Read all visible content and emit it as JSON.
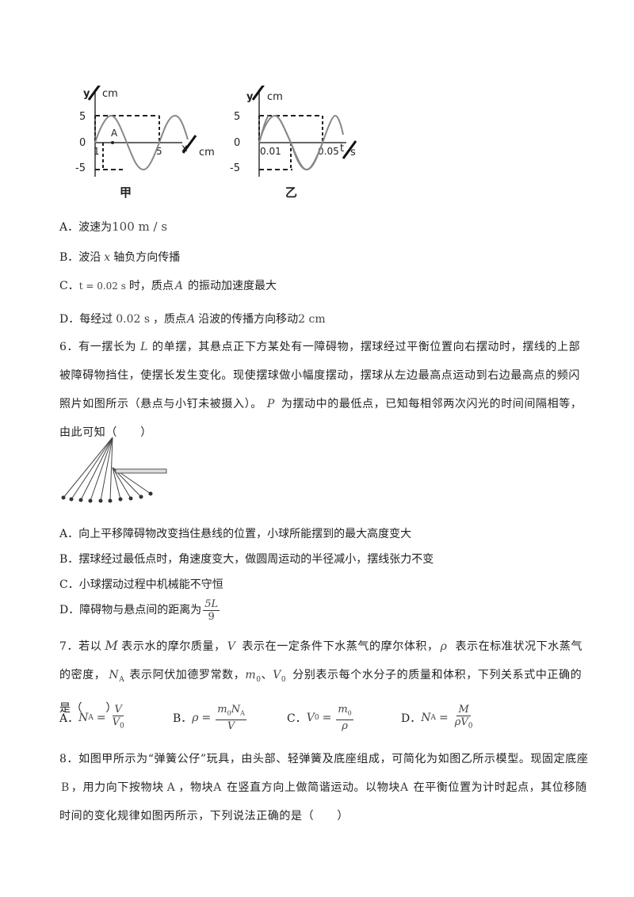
{
  "fig_jia": {
    "y_axis_label": "y/cm",
    "x_axis_label": "x/cm",
    "tick_5": "5",
    "tick_0": "0",
    "tick_neg5": "-5",
    "tick_x1": "1",
    "tick_x5": "5",
    "point_label": "A",
    "caption": "甲"
  },
  "fig_yi": {
    "y_axis_label": "y/cm",
    "x_axis_label": "t/s",
    "tick_5": "5",
    "tick_0": "0",
    "tick_neg5": "-5",
    "tick_t1": "0.01",
    "tick_t2": "0.05",
    "caption": "乙"
  },
  "q5_options": {
    "a": {
      "prefix": "A．波速为",
      "math": "100 m / s"
    },
    "b": {
      "prefix": "B．波沿",
      "math": "x",
      "suffix": "轴负方向传播"
    },
    "c": {
      "prefix": "C．",
      "math": "t = 0.02 s",
      "mid": "时，质点",
      "math2": "A",
      "suffix": "的振动加速度最大"
    },
    "d": {
      "prefix": "D．每经过",
      "math": "0.02 s",
      "mid": "，质点",
      "math2": "A",
      "suffix": "沿波的传播方向移动",
      "math3": "2 cm"
    }
  },
  "q6": {
    "text_part1": "6．有一摆长为",
    "L": "L",
    "text_part2": "的单摆，其悬点正下方某处有一障碍物，摆球经过平衡位置向右摆动时，摆线的上部被障碍物挡住，使摆长发生变化。现使摆球做小幅度摆动，摆球从左边最高点运动到右边最高点的频闪照片如图所示（悬点与小钉未被摄入）。",
    "P": "P",
    "text_part3": "为摆动中的最低点，已知每相邻两次闪光的时间间隔相等，由此可知（　　）",
    "options": [
      "A．向上平移障碍物改变挡住悬线的位置，小球所能摆到的最大高度变大",
      "B．摆球经过最低点时，角速度变大，做圆周运动的半径减小，摆线张力不变",
      "C．小球摆动过程中机械能不守恒"
    ],
    "option_d_prefix": "D．障碍物与悬点间的距离为",
    "option_d_num": "5L",
    "option_d_den": "9"
  },
  "q7": {
    "t1": "7．若以",
    "M": "M",
    "t2": "表示水的摩尔质量，",
    "V": "V",
    "t3": "表示在一定条件下水蒸气的摩尔体积，",
    "rho": "ρ",
    "t4": "表示在标准状况下水蒸气的密度，",
    "NA": "N",
    "NA_sub": "A",
    "t5": "表示阿伏加德罗常数，",
    "m0": "m",
    "m0_sub": "0",
    "sep": "、",
    "V0": "V",
    "V0_sub": "0",
    "t6": "分别表示每个水分子的质量和体积，下列关系式中正确的是（　　）",
    "optA_label": "A．",
    "optA_lhs": "N",
    "optA_lhs_sub": "A",
    "optA_num": "V",
    "optA_den": "V",
    "optA_den_sub": "0",
    "optB_label": "B．",
    "optB_lhs": "ρ",
    "optB_num": "m",
    "optB_num_sub": "0",
    "optB_num2": "N",
    "optB_num2_sub": "A",
    "optB_den": "V",
    "optC_label": "C．",
    "optC_lhs": "V",
    "optC_lhs_sub": "0",
    "optC_num": "m",
    "optC_num_sub": "0",
    "optC_den": "ρ",
    "optD_label": "D．",
    "optD_lhs": "N",
    "optD_lhs_sub": "A",
    "optD_num": "M",
    "optD_den": "ρV",
    "optD_den_sub": "0",
    "eq": "="
  },
  "q8": {
    "t1": "8．如图甲所示为“弹簧公仔”玩具，由头部、轻弹簧及底座组成，可简化为如图乙所示模型。现固定底座",
    "B": "B",
    "t2": "，用力向下按物块",
    "A1": "A",
    "t3": "，物块",
    "A2": "A",
    "t4": "在竖直方向上做简谐运动。以物块",
    "A3": "A",
    "t5": "在平衡位置为计时起点，其位移随时间的变化规律如图丙所示，下列说法正确的是（　　）"
  }
}
